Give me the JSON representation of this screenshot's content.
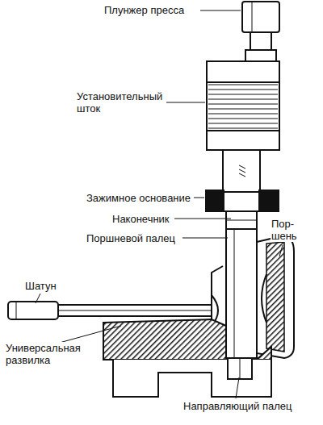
{
  "diagram": {
    "labels": [
      "Плунжер пресса",
      "Установительный шток",
      "Зажимное основание",
      "Наконечник",
      "Поршневой палец",
      "Пор- шень",
      "Шатун",
      "Универсальная развилка",
      "Направляющий палец"
    ]
  }
}
